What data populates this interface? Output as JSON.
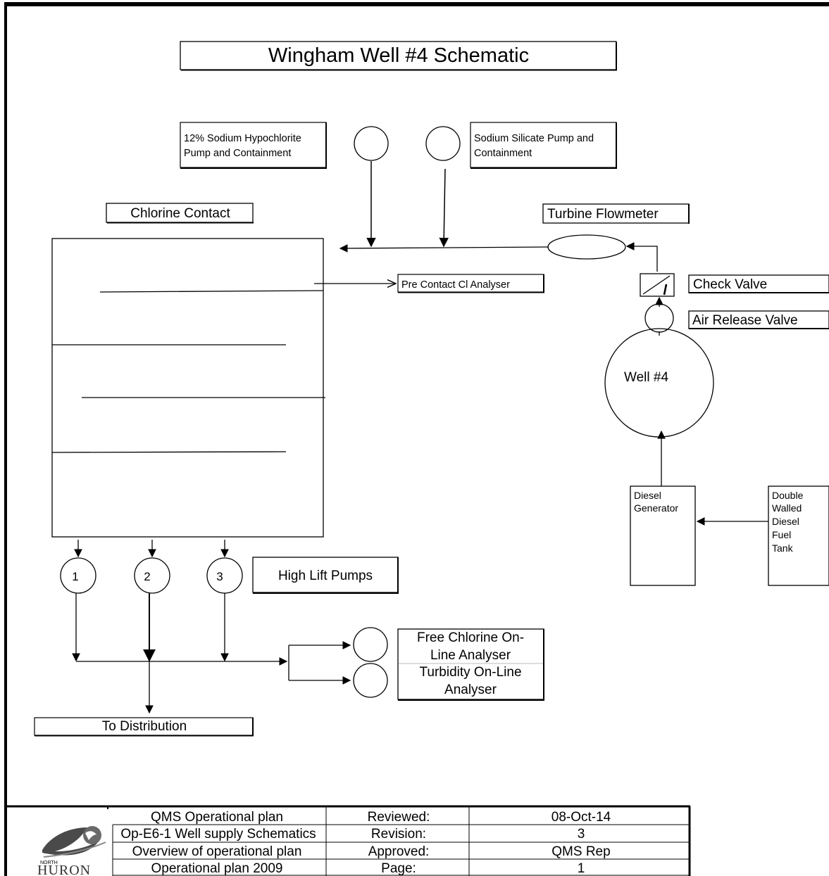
{
  "title": "Wingham Well #4 Schematic",
  "labels": {
    "sodium_hypochlorite": [
      "12% Sodium Hypochlorite",
      "Pump and Containment"
    ],
    "sodium_silicate": [
      "Sodium Silicate Pump and",
      "Containment"
    ],
    "chlorine_contact": "Chlorine Contact",
    "turbine_flowmeter": "Turbine Flowmeter",
    "pre_contact_analyser": "Pre Contact Cl Analyser",
    "check_valve": "Check Valve",
    "air_release_valve": "Air Release Valve",
    "well": "Well #4",
    "diesel_generator": [
      "Diesel",
      "Generator"
    ],
    "fuel_tank": [
      "Double",
      "Walled",
      "Diesel",
      "Fuel",
      "Tank"
    ],
    "high_lift_pumps": "High Lift Pumps",
    "pumps": [
      "1",
      "2",
      "3"
    ],
    "analyser_block": [
      "Free Chlorine On-",
      "Line Analyser",
      "Turbidity On-Line",
      "Analyser"
    ],
    "to_distribution": "To Distribution"
  },
  "footer": {
    "logo": [
      "NORTH",
      "HURON"
    ],
    "rows": [
      [
        "QMS Operational plan",
        "Reviewed:",
        "08-Oct-14"
      ],
      [
        "Op-E6-1 Well supply Schematics",
        "Revision:",
        "3"
      ],
      [
        "Overview of operational plan",
        "Approved:",
        "QMS Rep"
      ],
      [
        "Operational plan 2009",
        "Page:",
        "1"
      ]
    ]
  }
}
